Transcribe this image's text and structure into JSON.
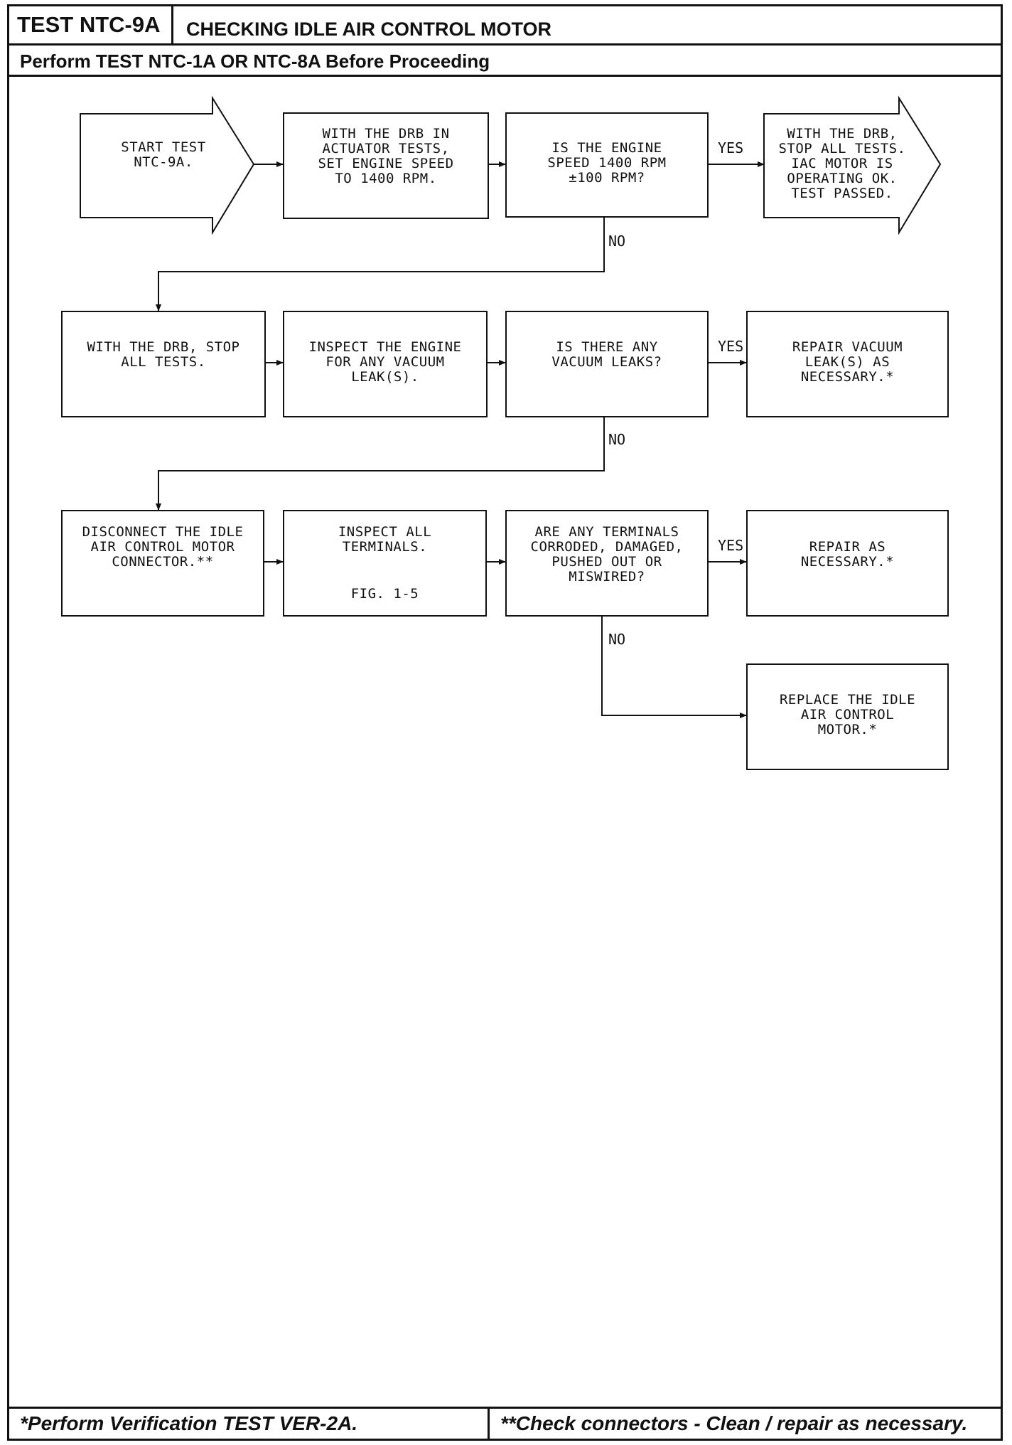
{
  "header": {
    "test_id": "TEST NTC-9A",
    "title": "CHECKING IDLE AIR CONTROL MOTOR",
    "prerequisite": "Perform TEST NTC-1A OR NTC-8A Before Proceeding"
  },
  "flowchart": {
    "row1": {
      "start": "START TEST\nNTC-9A.",
      "step": "WITH THE DRB IN\nACTUATOR TESTS,\nSET ENGINE SPEED\nTO 1400 RPM.",
      "question": "IS THE ENGINE\nSPEED 1400 RPM\n±100 RPM?",
      "yes_label": "YES",
      "no_label": "NO",
      "pass": "WITH THE DRB,\nSTOP ALL TESTS.\nIAC MOTOR IS\nOPERATING OK.\nTEST PASSED."
    },
    "row2": {
      "step": "WITH THE DRB, STOP\nALL TESTS.",
      "inspect": "INSPECT THE ENGINE\nFOR ANY VACUUM\nLEAK(S).",
      "question": "IS THERE ANY\nVACUUM LEAKS?",
      "yes_label": "YES",
      "no_label": "NO",
      "repair": "REPAIR VACUUM\nLEAK(S) AS\nNECESSARY.*"
    },
    "row3": {
      "step": "DISCONNECT THE IDLE\nAIR CONTROL MOTOR\nCONNECTOR.**",
      "inspect": "INSPECT ALL\nTERMINALS.",
      "figure_ref": "FIG. 1-5",
      "question": "ARE ANY TERMINALS\nCORRODED, DAMAGED,\nPUSHED OUT OR\nMISWIRED?",
      "yes_label": "YES",
      "no_label": "NO",
      "repair": "REPAIR AS\nNECESSARY.*",
      "replace": "REPLACE THE IDLE\nAIR CONTROL\nMOTOR.*"
    }
  },
  "footer": {
    "note_single": "*Perform Verification TEST VER-2A.",
    "note_double": "**Check connectors - Clean / repair as necessary."
  }
}
